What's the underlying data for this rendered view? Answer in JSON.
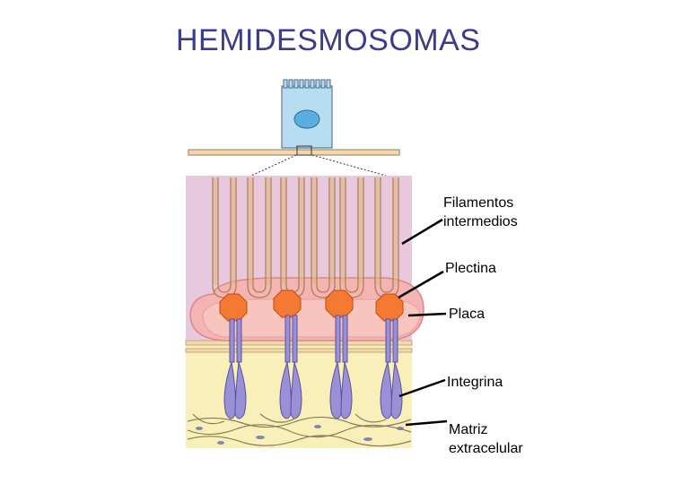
{
  "title": "HEMIDESMOSOMAS",
  "labels": {
    "filamentos_line1": "Filamentos",
    "filamentos_line2": "intermedios",
    "plectina": "Plectina",
    "placa": "Placa",
    "integrina": "Integrina",
    "matriz_line1": "Matriz",
    "matriz_line2": "extracelular"
  },
  "colors": {
    "title": "#3b3b8f",
    "cytoplasm": "#e8c8dc",
    "plaque": "#f4b4b4",
    "plectin": "#f47a32",
    "filament": "#c89a5a",
    "integrin": "#9a90d8",
    "matrix": "#f8f0b8",
    "cell": "#b8dcf0",
    "membrane": "#f0d8b0"
  }
}
